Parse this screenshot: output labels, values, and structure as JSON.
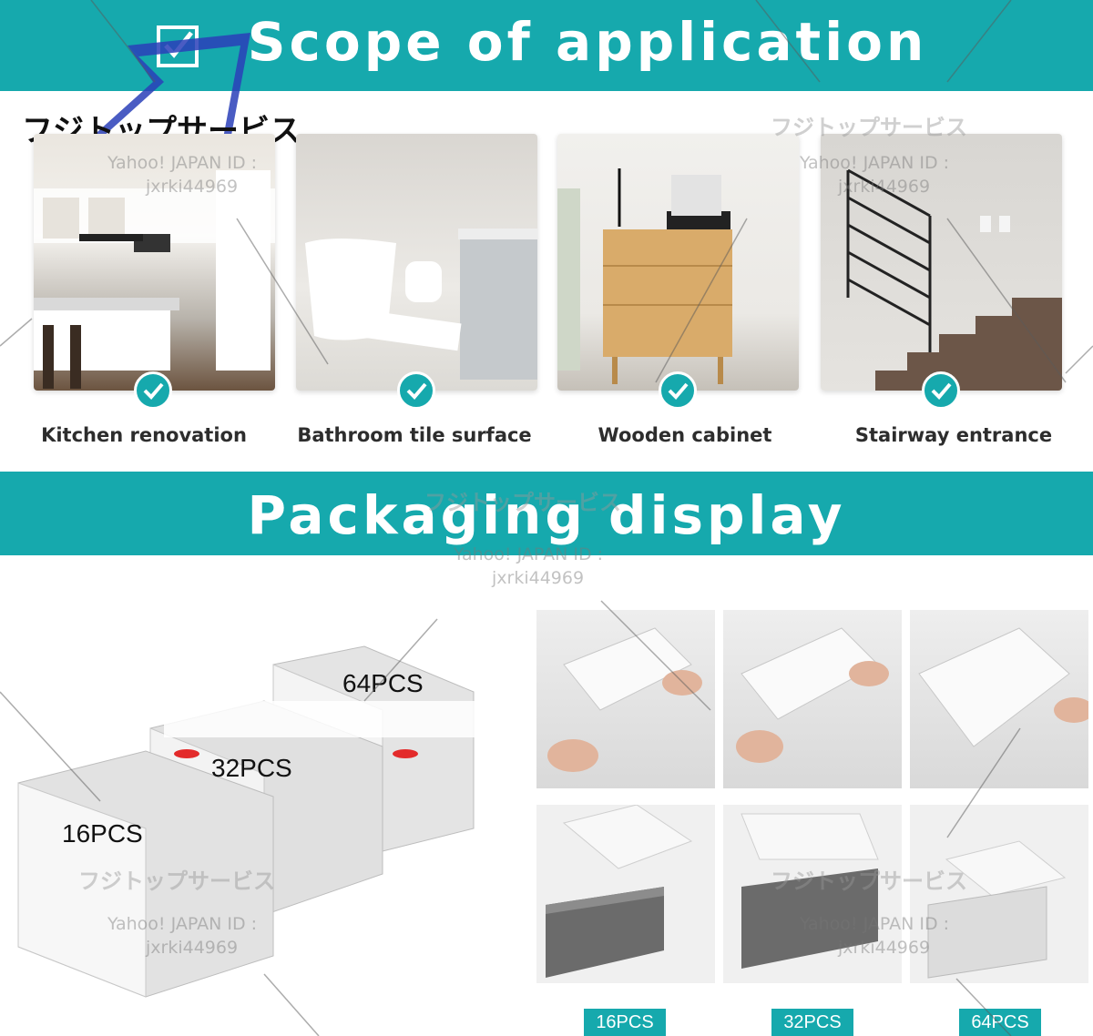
{
  "scope": {
    "title": "Scope of application",
    "items": [
      {
        "label": "Kitchen renovation"
      },
      {
        "label": "Bathroom tile surface"
      },
      {
        "label": "Wooden cabinet"
      },
      {
        "label": "Stairway entrance"
      }
    ]
  },
  "packaging": {
    "title": "Packaging display",
    "boxes": {
      "large": "64PCS",
      "medium": "32PCS",
      "small": "16PCS"
    },
    "badges": [
      "16PCS",
      "32PCS",
      "64PCS"
    ]
  },
  "watermark": {
    "shop": "フジトップサービス",
    "line1": "Yahoo! JAPAN ID :",
    "line2": "jxrki44969"
  },
  "colors": {
    "accent": "#16a9ad"
  }
}
